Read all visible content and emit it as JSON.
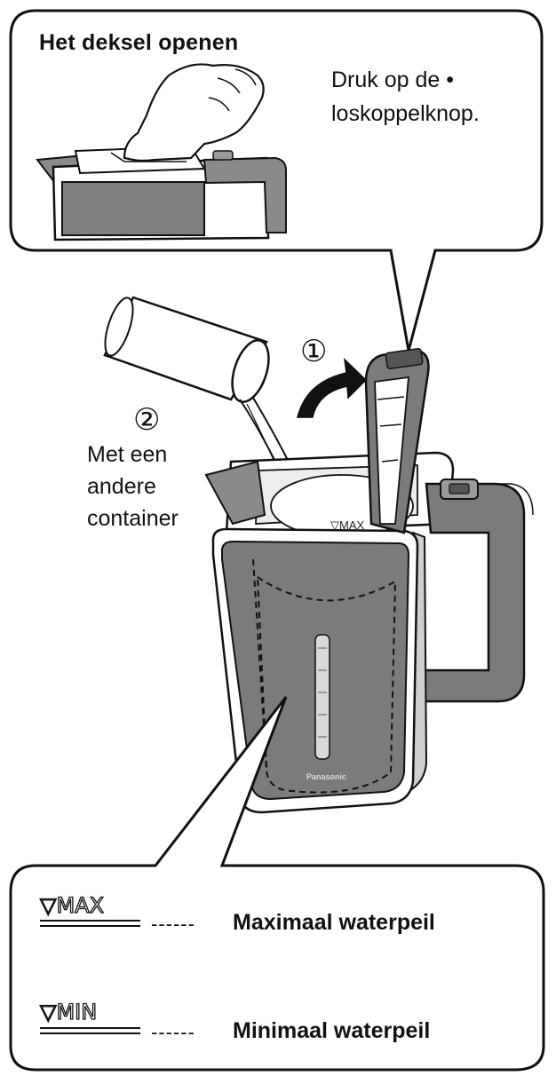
{
  "callout": {
    "title": "Het deksel openen",
    "instruction_line1": "Druk op de  •",
    "instruction_line2": "loskoppelknop."
  },
  "steps": {
    "step1_marker": "①",
    "step2_marker": "②",
    "step2_line1": "Met een",
    "step2_line2": "andere",
    "step2_line3": "container"
  },
  "kettle": {
    "max_mark": "▽MAX",
    "brand": "Panasonic"
  },
  "legend": {
    "max_symbol": "▽MAX",
    "max_dashes": "------",
    "max_label": "Maximaal waterpeil",
    "min_symbol": "▽MIN",
    "min_dashes": "------",
    "min_label": "Minimaal waterpeil"
  },
  "colors": {
    "line": "#111111",
    "panel": "#7b7b7b",
    "light_grey": "#c9c9c9"
  }
}
